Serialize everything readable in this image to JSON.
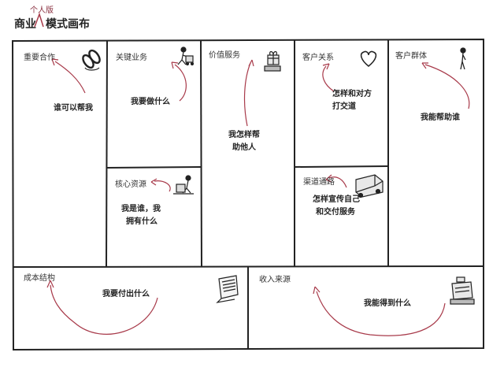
{
  "title": {
    "main_part1": "商业",
    "main_part2": "模式画布",
    "insert": "个人版"
  },
  "blocks": {
    "key_partners": {
      "label": "重要合作",
      "question": "谁可以帮我"
    },
    "key_activities": {
      "label": "关键业务",
      "question": "我要做什么"
    },
    "key_resources": {
      "label": "核心资源",
      "question_line1": "我是谁，我",
      "question_line2": "拥有什么"
    },
    "value_propositions": {
      "label": "价值服务",
      "question_line1": "我怎样帮",
      "question_line2": "助他人"
    },
    "customer_relations": {
      "label": "客户关系",
      "question_line1": "怎样和对方",
      "question_line2": "打交道"
    },
    "channels": {
      "label": "渠道通路",
      "question_line1": "怎样宣传自己",
      "question_line2": "和交付服务"
    },
    "customer_segments": {
      "label": "客户群体",
      "question": "我能帮助谁"
    },
    "cost_structure": {
      "label": "成本结构",
      "question": "我要付出什么"
    },
    "revenue_streams": {
      "label": "收入来源",
      "question": "我能得到什么"
    }
  },
  "icons": {
    "key_partners": "chain-link-icon",
    "key_activities": "worker-with-cart-icon",
    "key_resources": "worker-with-crate-icon",
    "value_propositions": "gift-box-icon",
    "customer_relations": "heart-icon",
    "channels": "delivery-truck-icon",
    "customer_segments": "person-icon",
    "cost_structure": "receipt-icon",
    "revenue_streams": "cash-register-icon"
  },
  "colors": {
    "arrow": "#a83a4a",
    "line": "#222222"
  }
}
